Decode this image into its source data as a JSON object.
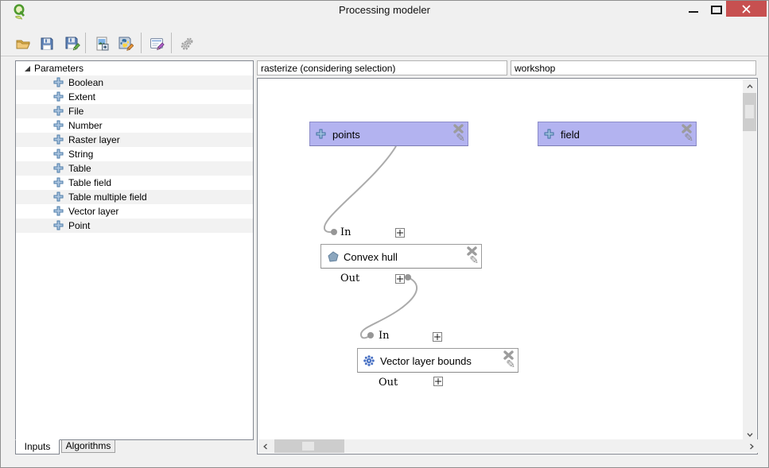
{
  "titlebar": {
    "title": "Processing modeler",
    "controls": [
      "minimize",
      "maximize",
      "close"
    ]
  },
  "toolbar": {
    "icons": [
      "open-model",
      "save-model",
      "save-model-as",
      "export-as-image",
      "save-as-python-script",
      "edit-model-help",
      "run-model"
    ]
  },
  "sidebar": {
    "root_label": "Parameters",
    "items": [
      "Boolean",
      "Extent",
      "File",
      "Number",
      "Raster layer",
      "String",
      "Table",
      "Table field",
      "Table multiple field",
      "Vector layer",
      "Point"
    ],
    "tabs": [
      {
        "label": "Inputs",
        "active": true
      },
      {
        "label": "Algorithms",
        "active": false
      }
    ]
  },
  "model_header": {
    "name": "rasterize (considering selection)",
    "group": "workshop"
  },
  "canvas": {
    "input_nodes": [
      {
        "label": "points"
      },
      {
        "label": "field"
      }
    ],
    "algorithm_nodes": [
      {
        "label": "Convex hull",
        "in": "In",
        "out": "Out"
      },
      {
        "label": "Vector layer bounds",
        "in": "In",
        "out": "Out"
      }
    ]
  },
  "colors": {
    "close_button": "#c75050",
    "input_node_bg": "#b3b3f0",
    "node_border": "#8c8cc8",
    "connection": "#ababab",
    "param_plus_blue": "#4b7ba8",
    "window_bg": "#f0f0f0"
  }
}
